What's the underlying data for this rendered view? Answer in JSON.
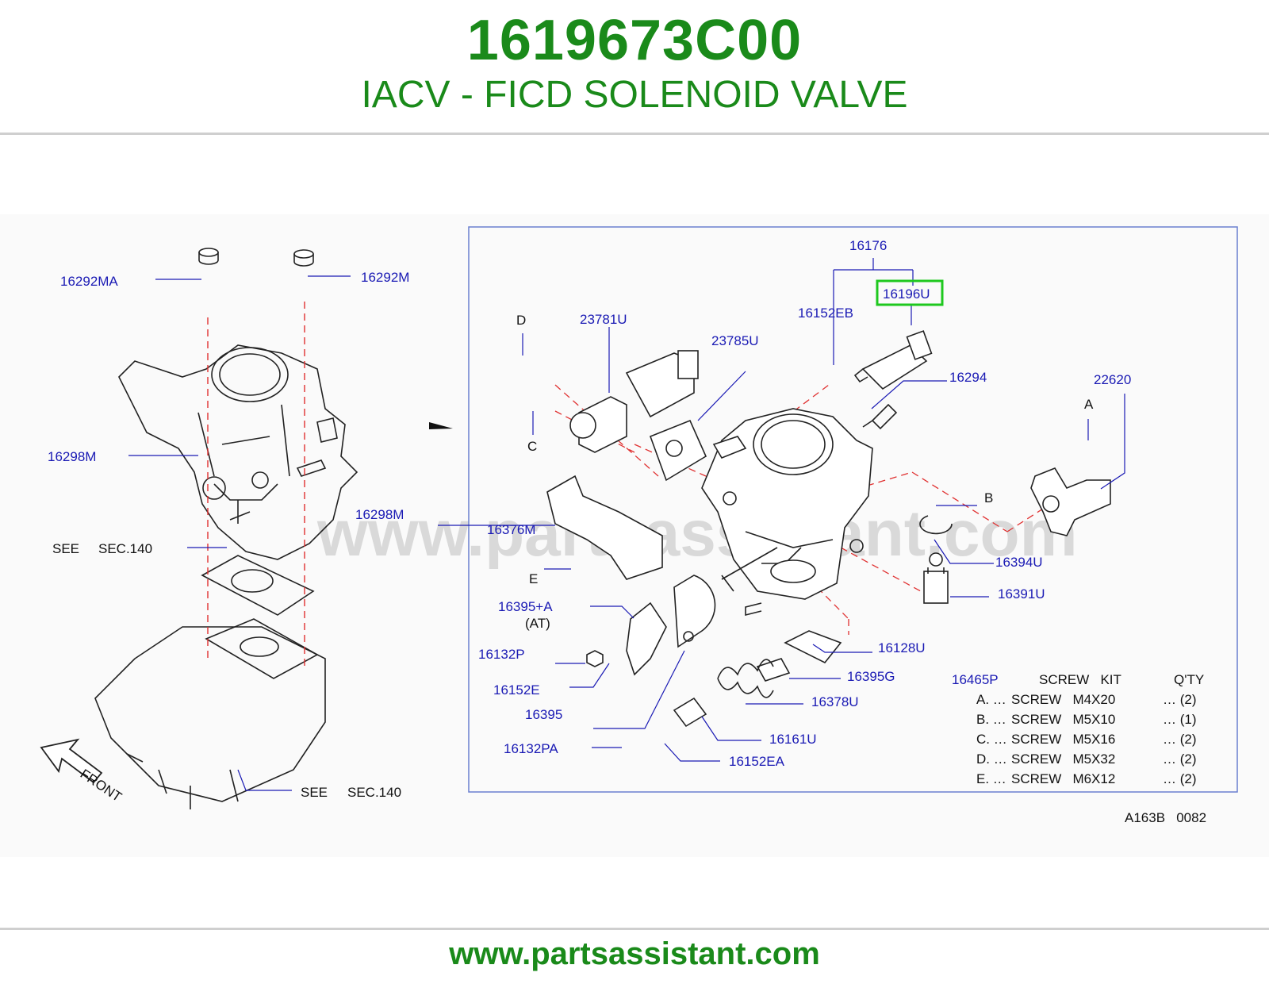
{
  "header": {
    "part_number": "1619673C00",
    "title": "IACV - FICD SOLENOID VALVE"
  },
  "diagram": {
    "watermark": "www.partsassistant.com",
    "highlighted_callout": "16196U",
    "left_callouts": {
      "c16292MA": "16292MA",
      "c16292M": "16292M",
      "c16298M_left": "16298M",
      "see_sec_140_a": "SEE",
      "sec_140_a": "SEC.140",
      "see_sec_140_b": "SEE",
      "sec_140_b": "SEC.140",
      "front": "FRONT"
    },
    "right_callouts": {
      "c16176": "16176",
      "c16196U": "16196U",
      "c16152EB": "16152EB",
      "c23781U": "23781U",
      "c23785U": "23785U",
      "D": "D",
      "C": "C",
      "c16294": "16294",
      "c22620": "22620",
      "A": "A",
      "B": "B",
      "c16298M_right": "16298M",
      "c16376M": "16376M",
      "E": "E",
      "c16394U": "16394U",
      "c16391U": "16391U",
      "c16395A": "16395+A",
      "at": "(AT)",
      "c16132P": "16132P",
      "c16152E": "16152E",
      "c16395": "16395",
      "c16128U": "16128U",
      "c16395G": "16395G",
      "c16378U": "16378U",
      "c16161U": "16161U",
      "c16132PA": "16132PA",
      "c16152EA": "16152EA"
    },
    "screw_kit": {
      "part": "16465P",
      "header_name": "SCREW   KIT",
      "header_qty": "Q'TY",
      "rows": [
        {
          "letter": "A. …",
          "desc": "SCREW   M4X20",
          "qty": "… (2)"
        },
        {
          "letter": "B. …",
          "desc": "SCREW   M5X10",
          "qty": "… (1)"
        },
        {
          "letter": "C. …",
          "desc": "SCREW   M5X16",
          "qty": "… (2)"
        },
        {
          "letter": "D. …",
          "desc": "SCREW   M5X32",
          "qty": "… (2)"
        },
        {
          "letter": "E. …",
          "desc": "SCREW   M6X12",
          "qty": "… (2)"
        }
      ]
    },
    "figure_code": "A163B   0082"
  },
  "footer": {
    "url": "www.partsassistant.com"
  },
  "colors": {
    "brand_green": "#1a8a1a",
    "callout_blue": "#1a1ab4",
    "highlight_box": "#1ec81e",
    "dashed_red": "#e03030"
  }
}
